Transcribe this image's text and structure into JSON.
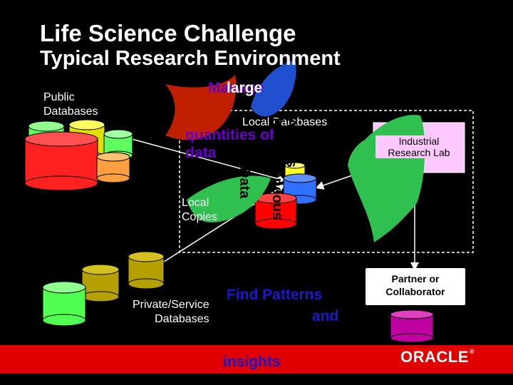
{
  "slide": {
    "title": "Life Science Challenge",
    "subtitle": "Typical Research Environment",
    "public_databases": "Public\nDatabases",
    "local_databases": "Local Databases",
    "local_copies": "Local\nCopies",
    "industrial_lab": "Industrial\nResearch Lab",
    "partner": "Partner or\nCollaborator",
    "private_databases": "Private/Service\nDatabases",
    "callout_manage": "Manage",
    "callout_manage_2": "large",
    "callout_quantities": "quantities of",
    "callout_data": "data",
    "callout_access": "Access",
    "callout_heterogeneous": "heterogeneous",
    "callout_data_2": "Data",
    "callout_find": "Find Patterns",
    "callout_and": "and",
    "callout_insights": "insights",
    "logo": "ORACLE"
  },
  "colors": {
    "background": "#000000",
    "footer": "#e00000",
    "db_red": "#ff2020",
    "db_orange": "#ffa040",
    "db_olive": "#b4a000",
    "db_green": "#60ff60",
    "db_blue": "#3070ff",
    "db_yellow": "#ffff20",
    "db_magenta": "#c000a0",
    "leaf_green": "#30c050",
    "leaf_blue": "#2050d0",
    "leaf_red": "#c02000",
    "pink_box": "#ffc8ff"
  }
}
